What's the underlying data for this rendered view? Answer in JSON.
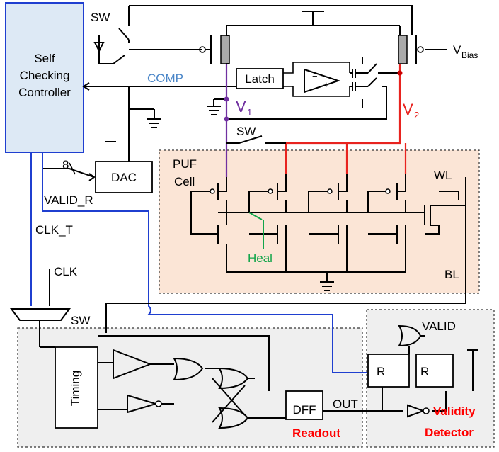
{
  "labels": {
    "controller_line1": "Self",
    "controller_line2": "Checking",
    "controller_line3": "Controller",
    "sw_top": "SW",
    "comp": "COMP",
    "latch": "Latch",
    "v1": "V",
    "v1_sub": "1",
    "v2": "V",
    "v2_sub": "2",
    "vbias": "V",
    "vbias_sub": "Bias",
    "sw_mid": "SW",
    "dac": "DAC",
    "bits": "8",
    "puf_line1": "PUF",
    "puf_line2": "Cell",
    "wl": "WL",
    "bl": "BL",
    "heal": "Heal",
    "valid_r": "VALID_R",
    "clk_t": "CLK_T",
    "clk": "CLK",
    "sw_mux": "SW",
    "timing": "Timing",
    "dff": "DFF",
    "out": "OUT",
    "valid": "VALID",
    "r1": "R",
    "r2": "R",
    "readout": "Readout",
    "validity_line1": "Validity",
    "validity_line2": "Detector"
  },
  "colors": {
    "controller_fill": "#dde9f5",
    "controller_border": "#1f3fd0",
    "comp": "#4a86c8",
    "v1": "#7030a0",
    "v2": "#e8231f",
    "heal": "#11a54a",
    "puf_fill": "#fbe5d6",
    "readout_fill": "#efefef",
    "red_label": "#ff0000",
    "blue_wire": "#1f3fd0"
  }
}
